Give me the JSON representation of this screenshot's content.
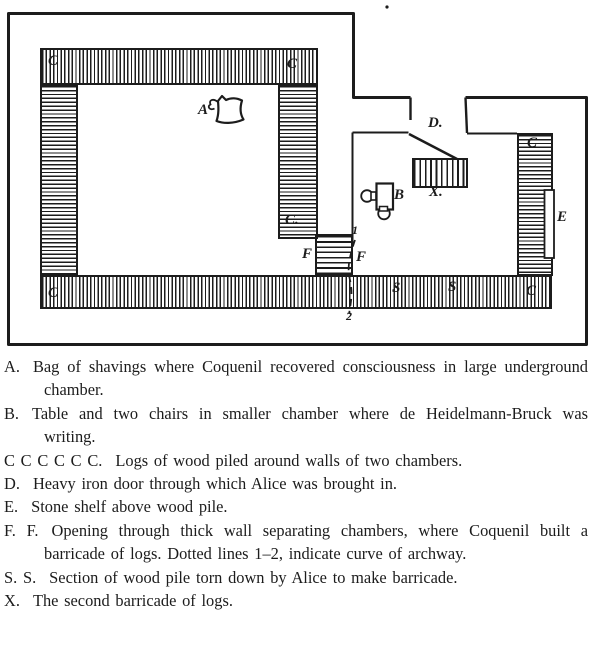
{
  "figure": {
    "type": "floor-plan of two underground chambers",
    "ink_color": "#1c1c1c",
    "paper_color": "#ffffff",
    "labels": {
      "c_top_left": "C",
      "c_top_right": "C",
      "a_bag": "A",
      "d_door": "D.",
      "c_right_chamber": "C",
      "e_shelf": "E",
      "b_table": "B",
      "x_barricade": "X.",
      "c_inner_wall": "C.",
      "f_left": "F",
      "f_right": "F",
      "arch_point_1": "1",
      "arch_point_2": "2",
      "c_bottom_left": "C",
      "s_left": "S",
      "s_right": "S",
      "c_bottom_right": "C"
    }
  },
  "legend": {
    "items": [
      {
        "term": "A.",
        "description": "Bag of shavings where Coquenil recovered consciousness in large underground chamber."
      },
      {
        "term": "B.",
        "description": "Table and two chairs in smaller chamber where de Heidelmann-Bruck was writing."
      },
      {
        "term": "C C C C C C.",
        "description": "Logs of wood piled around walls of two chambers."
      },
      {
        "term": "D.",
        "description": "Heavy iron door through which Alice was brought in."
      },
      {
        "term": "E.",
        "description": "Stone shelf above wood pile."
      },
      {
        "term": "F. F.",
        "description": "Opening through thick wall separating chambers, where Coquenil built a barricade of logs.  Dotted lines 1–2, indicate curve of archway."
      },
      {
        "term": "S. S.",
        "description": "Section of wood pile torn down by Alice to make barricade."
      },
      {
        "term": "X.",
        "description": "The second barricade of logs."
      }
    ]
  }
}
